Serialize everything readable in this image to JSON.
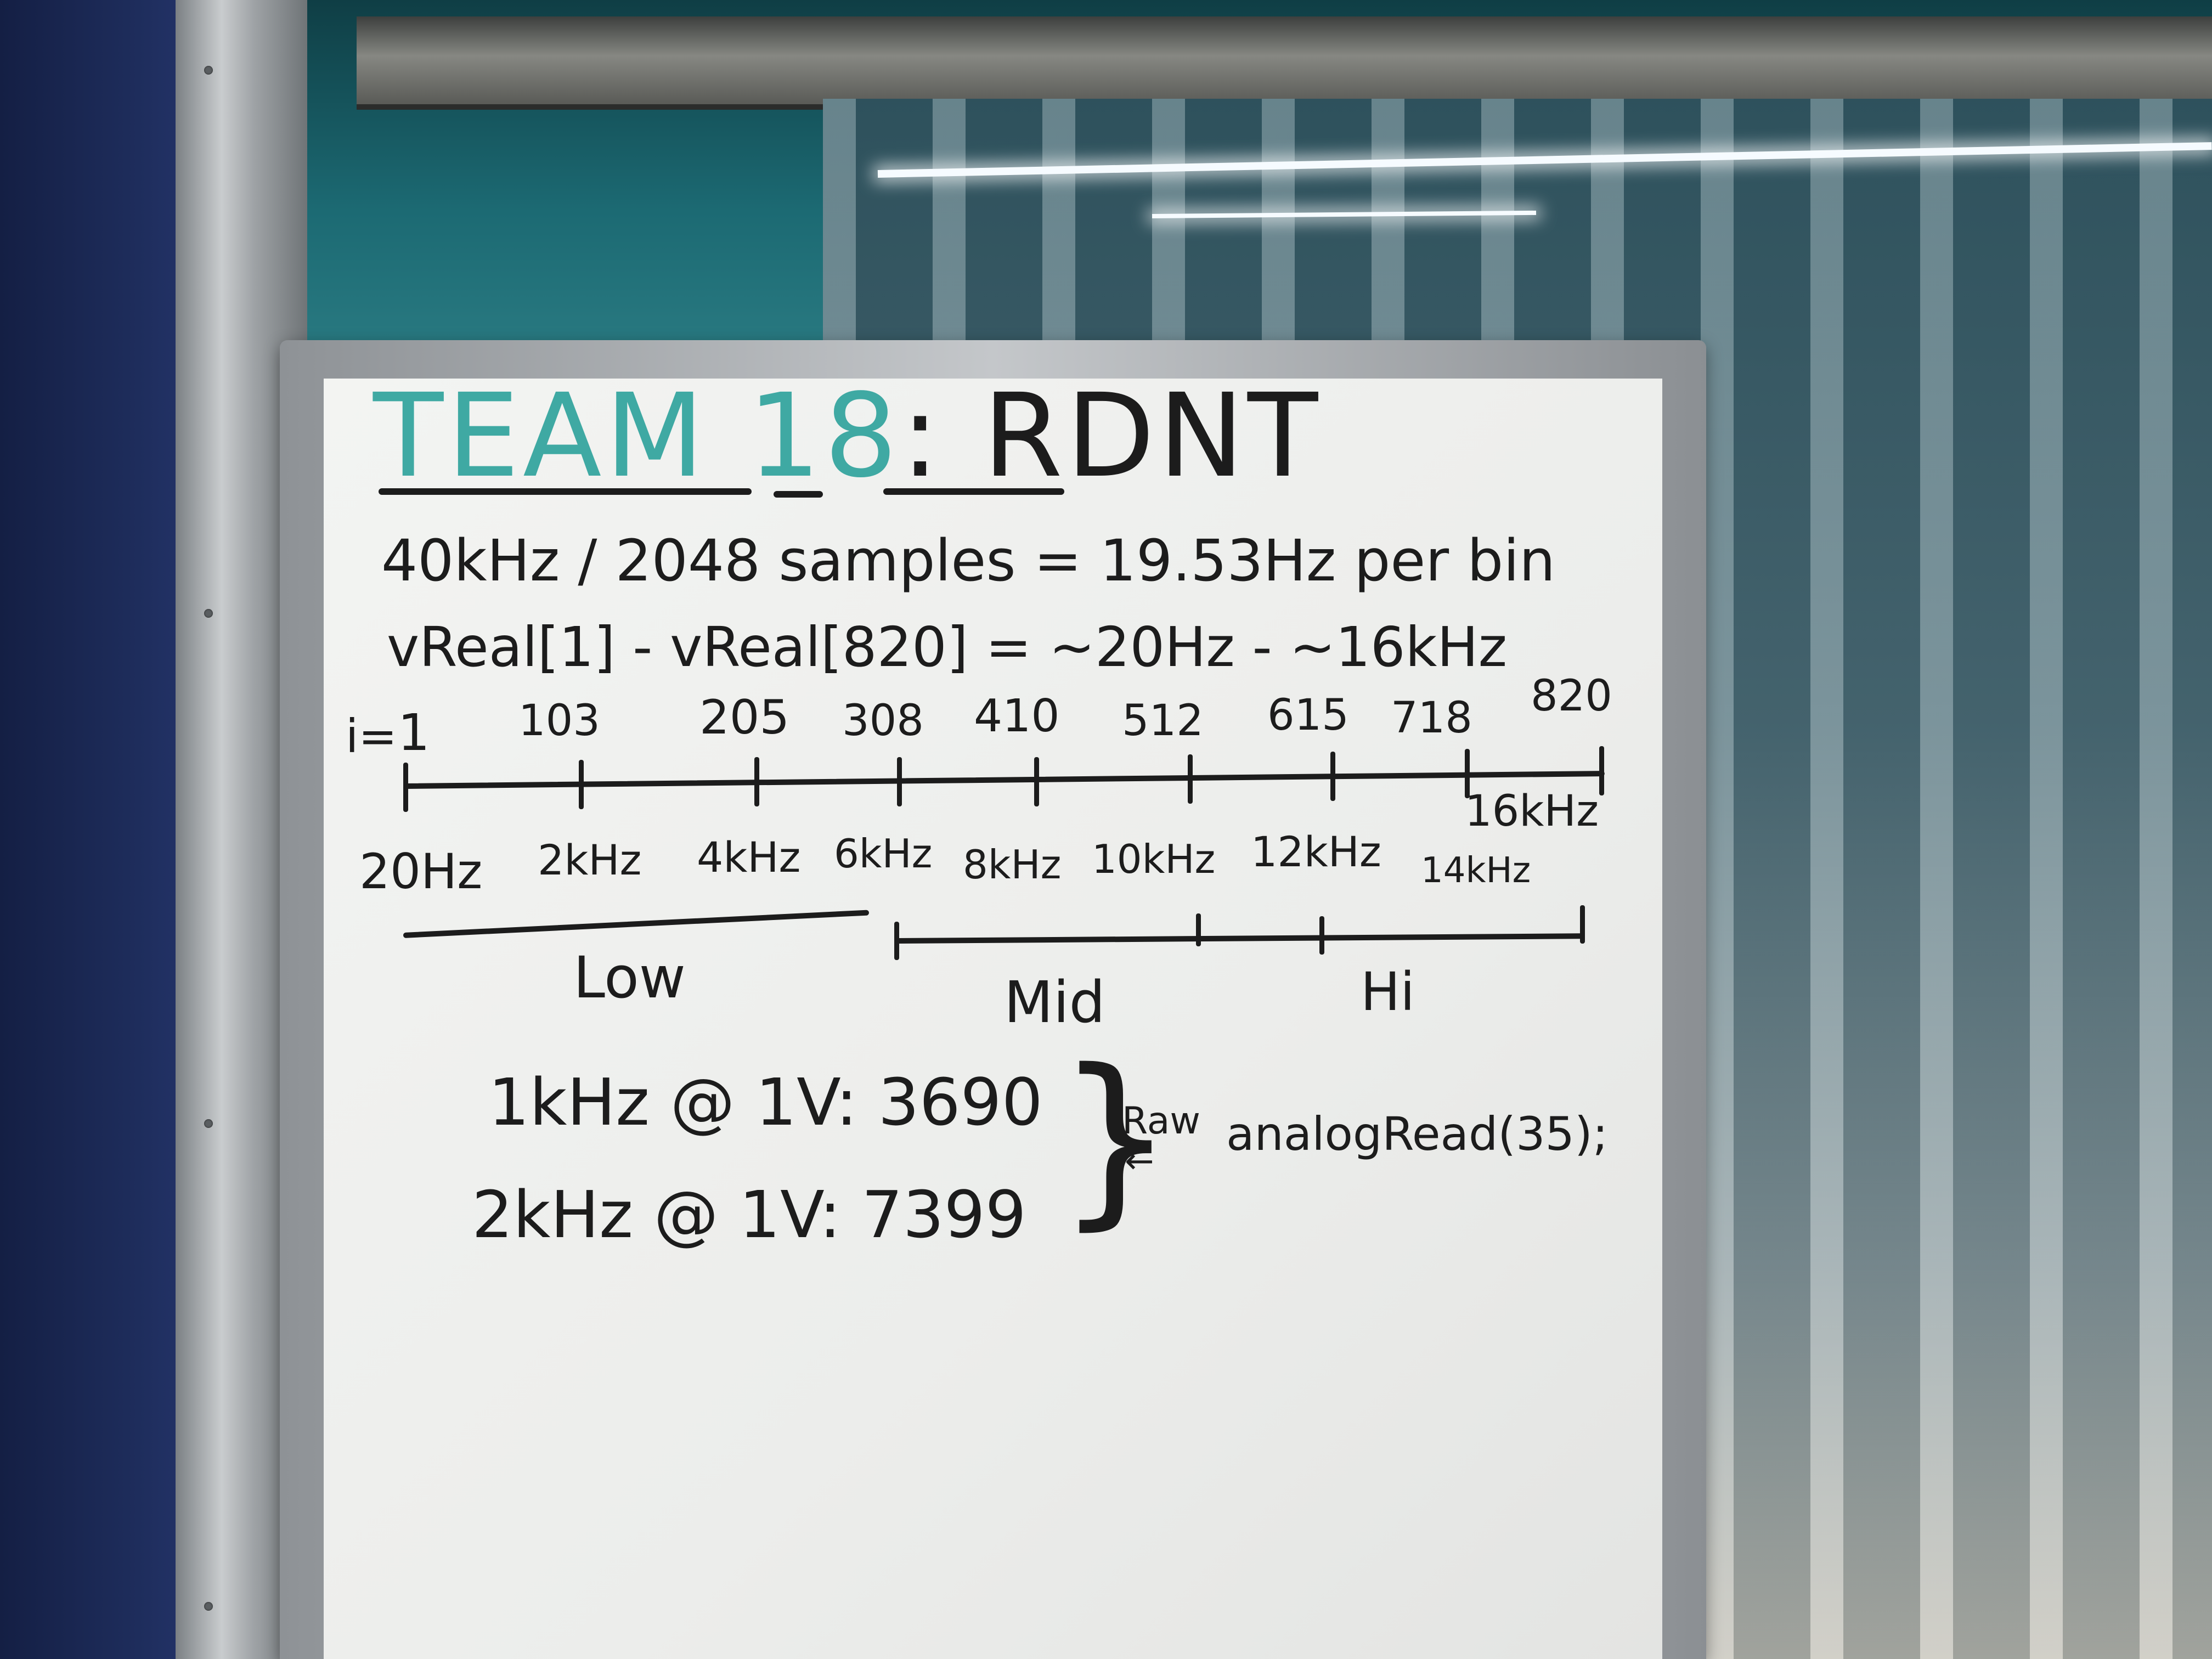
{
  "whiteboard": {
    "title_team": "TEAM 18",
    "title_colon": ":",
    "title_project": "RDNT",
    "line1": "40kHz / 2048 samples = 19.53Hz per bin",
    "line2": "vReal[1] - vReal[820] = ~20Hz - ~16kHz",
    "index_prefix": "i=",
    "indices": [
      "1",
      "103",
      "205",
      "308",
      "410",
      "512",
      "615",
      "718",
      "820"
    ],
    "freq_top_label": "16kHz",
    "frequencies": [
      "20Hz",
      "2kHz",
      "4kHz",
      "6kHz",
      "8kHz",
      "10kHz",
      "12kHz",
      "14kHz"
    ],
    "band_low": "Low",
    "band_mid": "Mid",
    "band_hi": "Hi",
    "reading1": "1kHz @ 1V: 3690",
    "reading2": "2kHz @ 1V: 7399",
    "raw_label": "Raw",
    "raw_code": "analogRead(35);"
  },
  "colors": {
    "title_teal": "#3fa9a3",
    "marker_black": "#1c1c1c",
    "wall_blue": "#1e2d5c"
  }
}
